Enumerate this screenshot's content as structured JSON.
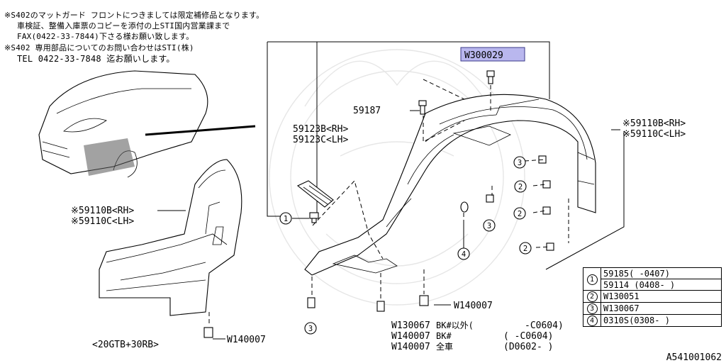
{
  "notes": [
    "※S402のマットガード フロントにつきましては限定補修品となります。",
    "車検証、整備入庫票のコピーを添付の上STI国内営業課まで",
    "FAX(0422-33-7844)下さる様お願い致します。",
    "※S402 専用部品についてのお問い合わせはSTI(株)",
    "TEL 0422-33-7848 迄お願いします。"
  ],
  "labels": {
    "highlight_part": "W300029",
    "part_59187": "59187",
    "part_59123b": "59123B<RH>",
    "part_59123c": "59123C<LH>",
    "right_59110b": "※59110B<RH>",
    "right_59110c": "※59110C<LH>",
    "left_59110b": "※59110B<RH>",
    "left_59110c": "※59110C<LH>",
    "w140007_right": "W140007",
    "w140007_left": "W140007",
    "bottom_code": "<20GTB+30RB>",
    "callout_1": "1",
    "callout_2a": "2",
    "callout_2b": "2",
    "callout_2c": "2",
    "callout_3a": "3",
    "callout_3b": "3",
    "callout_3c": "3",
    "callout_4": "4"
  },
  "bottom_lines": [
    {
      "part": "W130067",
      "note": "BK#以外(",
      "range": "-C0604)"
    },
    {
      "part": "W140007",
      "note": "BK#",
      "range": "( -C0604)"
    },
    {
      "part": "W140007",
      "note": "全車",
      "range": "(D0602- )"
    }
  ],
  "legend": [
    {
      "key": "1",
      "rows": [
        "59185(    -0407)",
        "59114 (0408-    )"
      ]
    },
    {
      "key": "2",
      "rows": [
        "W130051"
      ]
    },
    {
      "key": "3",
      "rows": [
        "W130067"
      ]
    },
    {
      "key": "4",
      "rows": [
        "0310S(0308-    )"
      ]
    }
  ],
  "figure_id": "A541001062",
  "colors": {
    "highlight": "#b9b7ee",
    "ink": "#000000",
    "watermark": "#e6e6e6"
  }
}
